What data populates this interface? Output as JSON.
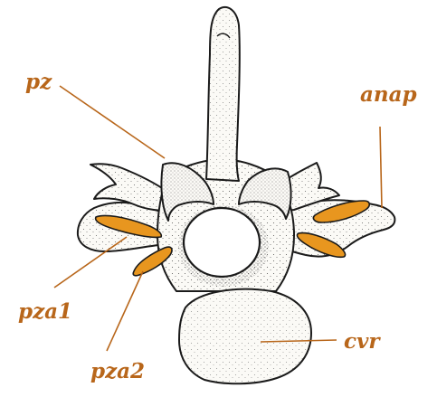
{
  "labels": {
    "pz": "pz",
    "anap": "anap",
    "pza1": "pza1",
    "pza2": "pza2",
    "cvr": "cvr"
  },
  "colors": {
    "label": "#b8661a",
    "facet": "#e8961f",
    "outline": "#1a1a1a",
    "bone": "#fbfaf6"
  }
}
